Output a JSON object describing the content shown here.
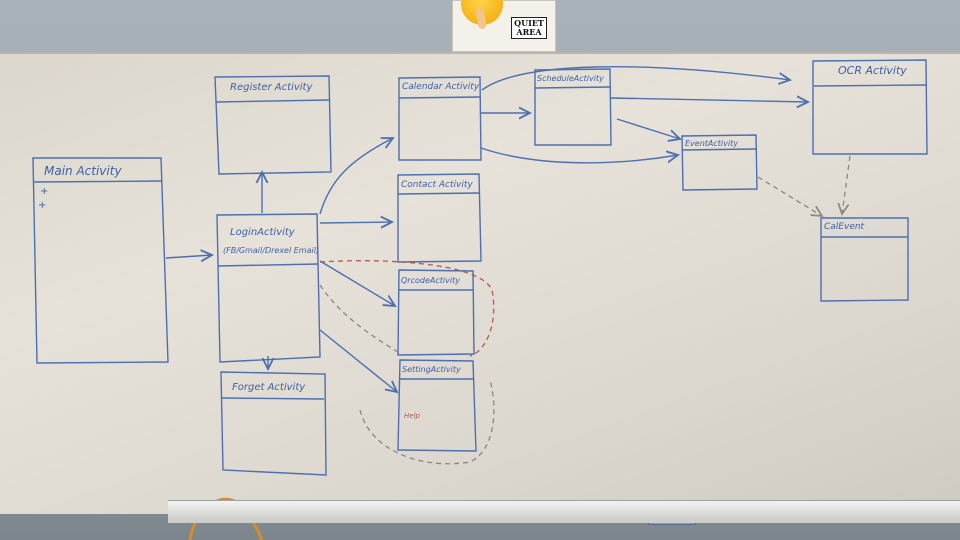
{
  "sign": {
    "line1": "QUIET",
    "line2": "AREA"
  },
  "boxes": {
    "main": {
      "title": "Main Activity",
      "item1": "+",
      "item2": "+"
    },
    "register": {
      "title": "Register Activity"
    },
    "login": {
      "title": "LoginActivity",
      "subtitle": "(FB/Gmail/Drexel Email)"
    },
    "forgot": {
      "title": "Forget Activity"
    },
    "calendar": {
      "title": "Calendar Activity"
    },
    "contact": {
      "title": "Contact Activity"
    },
    "qrcode": {
      "title": "QrcodeActivity"
    },
    "setting": {
      "title": "SettingActivity",
      "note": "Help"
    },
    "schedule": {
      "title": "ScheduleActivity"
    },
    "event": {
      "title": "EventActivity"
    },
    "ocr": {
      "title": "OCR Activity"
    },
    "calevent": {
      "title": "CalEvent"
    }
  },
  "colors": {
    "ink_blue": "#4d6fb0",
    "ink_red": "#b35a4a",
    "ink_gray": "#8a8680"
  }
}
